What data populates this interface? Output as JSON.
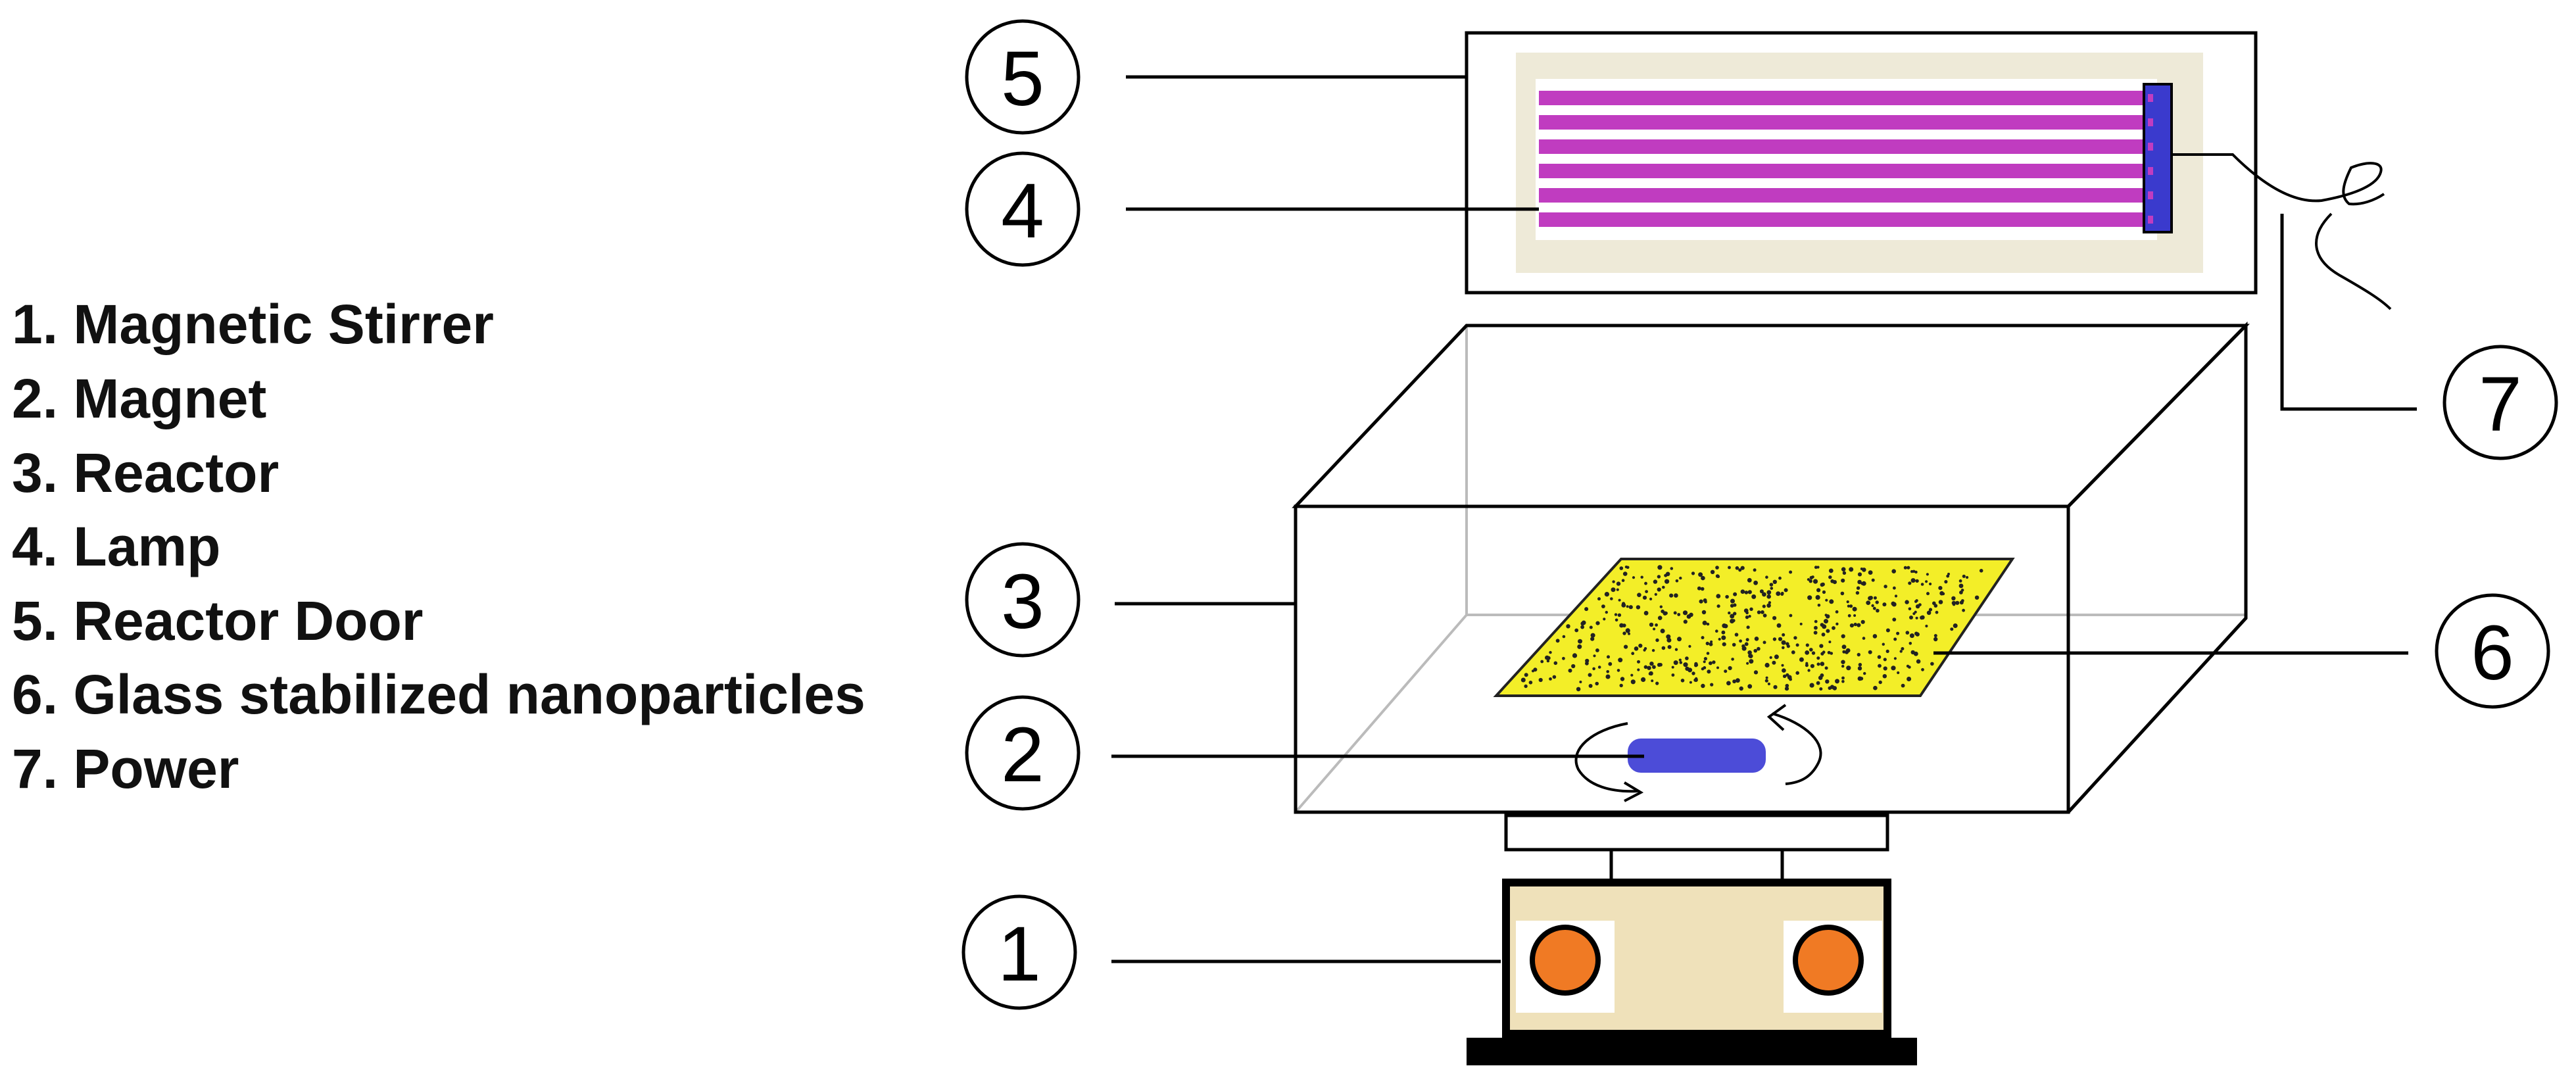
{
  "legend": {
    "items": [
      "1. Magnetic Stirrer",
      "2. Magnet",
      "3. Reactor",
      "4. Lamp",
      "5. Reactor Door",
      "6. Glass stabilized nanoparticles",
      "7. Power"
    ]
  },
  "callouts": {
    "stirrer": "1",
    "magnet": "2",
    "reactor": "3",
    "lamp": "4",
    "door": "5",
    "nanoparticles": "6",
    "power": "7"
  },
  "colors": {
    "lamp_tube": "#C03CC0",
    "lamp_connector": "#3A3ACD",
    "door_panel": "#EEEAD8",
    "nanoparticle_sheet": "#F3EE28",
    "magnet_bar": "#4C4CD8",
    "stirrer_body": "#EFE1BA",
    "stirrer_knob": "#F07A24",
    "line": "#000000",
    "hidden_edge": "#BBBBBB"
  }
}
